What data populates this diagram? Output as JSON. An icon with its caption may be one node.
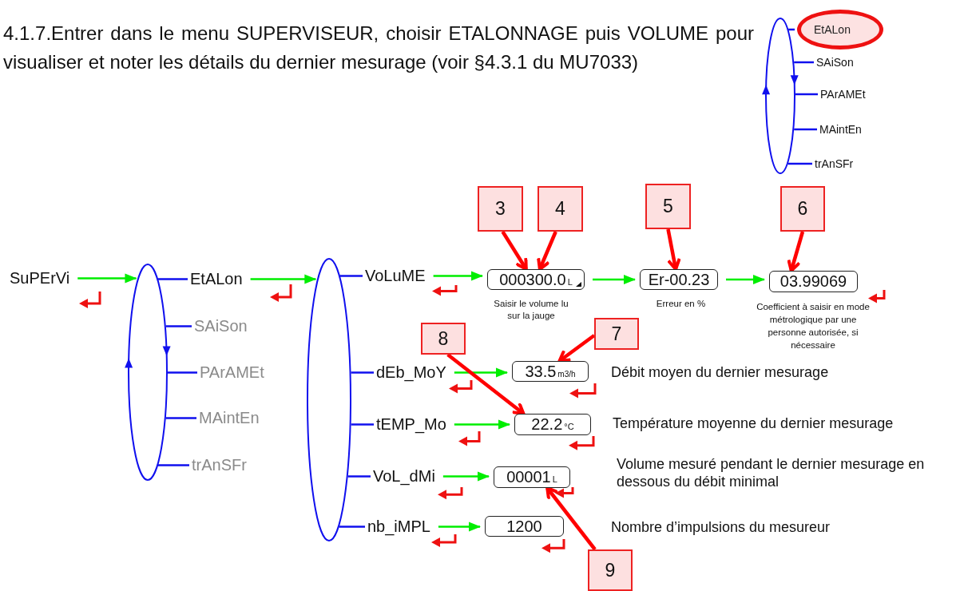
{
  "diagram": {
    "nodes": [
      {
        "text": [
          "SuPErVi"
        ]
      },
      {
        "text": [],
        "shape": "ellipse"
      },
      {
        "text": [
          "EtALon"
        ]
      },
      {
        "text": [
          "SAiSon"
        ]
      },
      {
        "text": [
          "PArAMEt"
        ]
      },
      {
        "text": [
          "MAintEn"
        ]
      },
      {
        "text": [
          "trAnSFr"
        ]
      },
      {
        "text": [],
        "shape": "ellipse"
      },
      {
        "text": [
          "VoLuME"
        ]
      },
      {
        "text": [
          "dEb_MoY"
        ]
      },
      {
        "text": [
          "tEMP_Mo"
        ]
      },
      {
        "text": [
          "VoL_dMi"
        ]
      },
      {
        "text": [
          "nb_iMPL"
        ]
      },
      {
        "text": [
          "000300.0",
          "L"
        ],
        "beside": [
          "Saisir le volume lu sur la jauge"
        ]
      },
      {
        "text": [
          "Er-00.23"
        ],
        "beside": [
          "Erreur en %"
        ]
      },
      {
        "text": [
          "03.99069"
        ],
        "beside": [
          "Coefficient à saisir en mode métrologique par une personne autorisée, si nécessaire"
        ]
      },
      {
        "text": [
          "33.5",
          "m3/h"
        ],
        "beside": [
          "Débit moyen du dernier mesurage"
        ]
      },
      {
        "text": [
          "22.2",
          "°C"
        ],
        "beside": [
          "Température moyenne du dernier mesurage"
        ]
      },
      {
        "text": [
          "00001",
          "L"
        ],
        "beside": [
          "Volume mesuré pendant le dernier mesurage en dessous du débit minimal"
        ]
      },
      {
        "text": [
          "1200"
        ]
      },
      {
        "text": [
          "3"
        ]
      },
      {
        "text": [
          "4"
        ]
      },
      {
        "text": [
          "5"
        ]
      },
      {
        "text": [
          "6"
        ]
      },
      {
        "text": [
          "8"
        ]
      },
      {
        "text": [
          "7"
        ]
      },
      {
        "text": [
          "9"
        ]
      },
      {
        "text": [],
        "shape": "ellipse"
      },
      {
        "text": [
          "EtALon"
        ]
      },
      {
        "text": [
          "SAiSon"
        ]
      },
      {
        "text": [
          "PArAMEt"
        ]
      },
      {
        "text": [
          "MAintEn"
        ]
      },
      {
        "text": [
          "trAnSFr"
        ]
      }
    ],
    "edges": [
      {
        "from": 0,
        "to": 1,
        "arrow": "to",
        "color": "#00ee00"
      },
      {
        "from": 1,
        "to": 2,
        "arrow": "none"
      },
      {
        "from": 1,
        "to": 3,
        "arrow": "none"
      },
      {
        "from": 1,
        "to": 4,
        "arrow": "none"
      },
      {
        "from": 1,
        "to": 5,
        "arrow": "none"
      },
      {
        "from": 1,
        "to": 6,
        "arrow": "none"
      },
      {
        "from": 2,
        "to": 7,
        "arrow": "to",
        "color": "#00ee00"
      },
      {
        "from": 7,
        "to": 8,
        "arrow": "none"
      },
      {
        "from": 7,
        "to": 9,
        "arrow": "none"
      },
      {
        "from": 7,
        "to": 10,
        "arrow": "none"
      },
      {
        "from": 7,
        "to": 11,
        "arrow": "none"
      },
      {
        "from": 7,
        "to": 12,
        "arrow": "none"
      },
      {
        "from": 8,
        "to": 13,
        "arrow": "to",
        "color": "#00ee00"
      },
      {
        "from": 13,
        "to": 14,
        "arrow": "to",
        "color": "#00ee00"
      },
      {
        "from": 14,
        "to": 15,
        "arrow": "to",
        "color": "#00ee00"
      },
      {
        "from": 9,
        "to": 16,
        "arrow": "to",
        "color": "#00ee00"
      },
      {
        "from": 10,
        "to": 17,
        "arrow": "to",
        "color": "#00ee00"
      },
      {
        "from": 11,
        "to": 18,
        "arrow": "to",
        "color": "#00ee00"
      },
      {
        "from": 12,
        "to": 19,
        "arrow": "to",
        "color": "#00ee00"
      },
      {
        "from": 20,
        "to": 13,
        "arrow": "to",
        "style": "thick",
        "color": "#ff0000"
      },
      {
        "from": 21,
        "to": 13,
        "arrow": "to",
        "style": "thick",
        "color": "#ff0000"
      },
      {
        "from": 22,
        "to": 14,
        "arrow": "to",
        "style": "thick",
        "color": "#ff0000"
      },
      {
        "from": 23,
        "to": 15,
        "arrow": "to",
        "style": "thick",
        "color": "#ff0000"
      },
      {
        "from": 24,
        "to": 17,
        "arrow": "to",
        "style": "thick",
        "color": "#ff0000"
      },
      {
        "from": 25,
        "to": 16,
        "arrow": "to",
        "style": "thick",
        "color": "#ff0000"
      },
      {
        "from": 26,
        "to": 18,
        "arrow": "to",
        "style": "thick",
        "color": "#ff0000"
      },
      {
        "from": 27,
        "to": 28,
        "arrow": "none"
      },
      {
        "from": 27,
        "to": 29,
        "arrow": "none"
      },
      {
        "from": 27,
        "to": 30,
        "arrow": "none"
      },
      {
        "from": 27,
        "to": 31,
        "arrow": "none"
      },
      {
        "from": 27,
        "to": 32,
        "arrow": "none"
      }
    ],
    "labels": [
      "4.1.7.Entrer dans le menu SUPERVISEUR, choisir ETALONNAGE puis VOLUME pour visualiser et noter les détails du dernier mesurage (voir §4.3.1 du MU7033)",
      "Nombre d’impulsions du mesureur"
    ]
  }
}
